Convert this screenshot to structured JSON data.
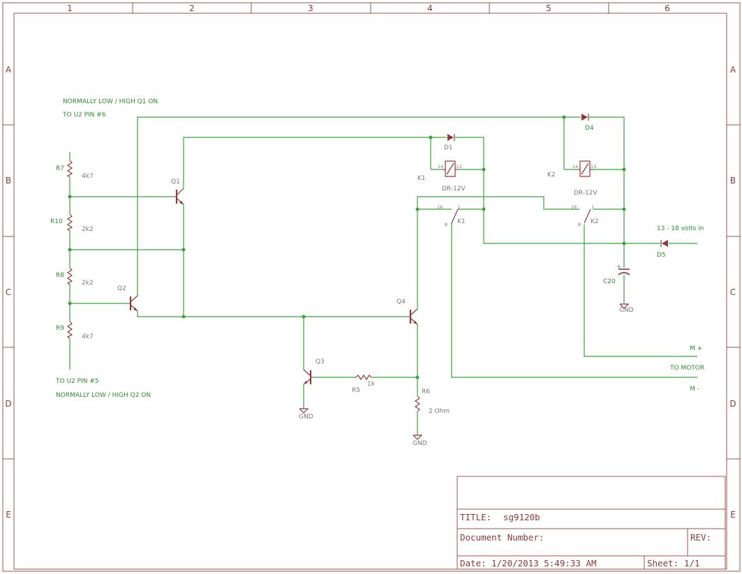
{
  "frame": {
    "columns": [
      "1",
      "2",
      "3",
      "4",
      "5",
      "6"
    ],
    "rows": [
      "A",
      "B",
      "C",
      "D",
      "E"
    ]
  },
  "notes": {
    "top_line1": "NORMALLY LOW / HIGH Q1 ON",
    "top_line2": "TO U2 PIN #6",
    "bottom_line1": "TO U2 PIN #5",
    "bottom_line2": "NORMALLY LOW / HIGH Q2 ON",
    "supply": "13 - 18 volts in",
    "m_plus": "M +",
    "to_motor": "TO MOTOR",
    "m_minus": "M -"
  },
  "parts": {
    "R7": {
      "name": "R7",
      "value": "4k7"
    },
    "R10": {
      "name": "R10",
      "value": "2k2"
    },
    "R8": {
      "name": "R8",
      "value": "2k2"
    },
    "R9": {
      "name": "R9",
      "value": "4k7"
    },
    "R5": {
      "name": "R5",
      "value": "1k"
    },
    "R6": {
      "name": "R6",
      "value": "2 Ohm"
    },
    "Q1": {
      "name": "Q1"
    },
    "Q2": {
      "name": "Q2"
    },
    "Q3": {
      "name": "Q3"
    },
    "Q4": {
      "name": "Q4"
    },
    "D1": {
      "name": "D1"
    },
    "D4": {
      "name": "D4"
    },
    "D5": {
      "name": "D5"
    },
    "C20": {
      "name": "C20"
    },
    "K1": {
      "name": "K1",
      "value": "DR-12V",
      "pins": [
        "14",
        "13",
        "16",
        "1",
        "8"
      ]
    },
    "K2": {
      "name": "K2",
      "value": "DR-12V",
      "pins": [
        "14",
        "13",
        "16",
        "1",
        "8"
      ]
    }
  },
  "gnd_label": "GND",
  "title_block": {
    "title_label": "TITLE:",
    "title": "sg9120b",
    "doc_label": "Document Number:",
    "rev_label": "REV:",
    "date_label": "Date:",
    "date": "1/20/2013 5:49:33 AM",
    "sheet_label": "Sheet:",
    "sheet": "1/1"
  }
}
